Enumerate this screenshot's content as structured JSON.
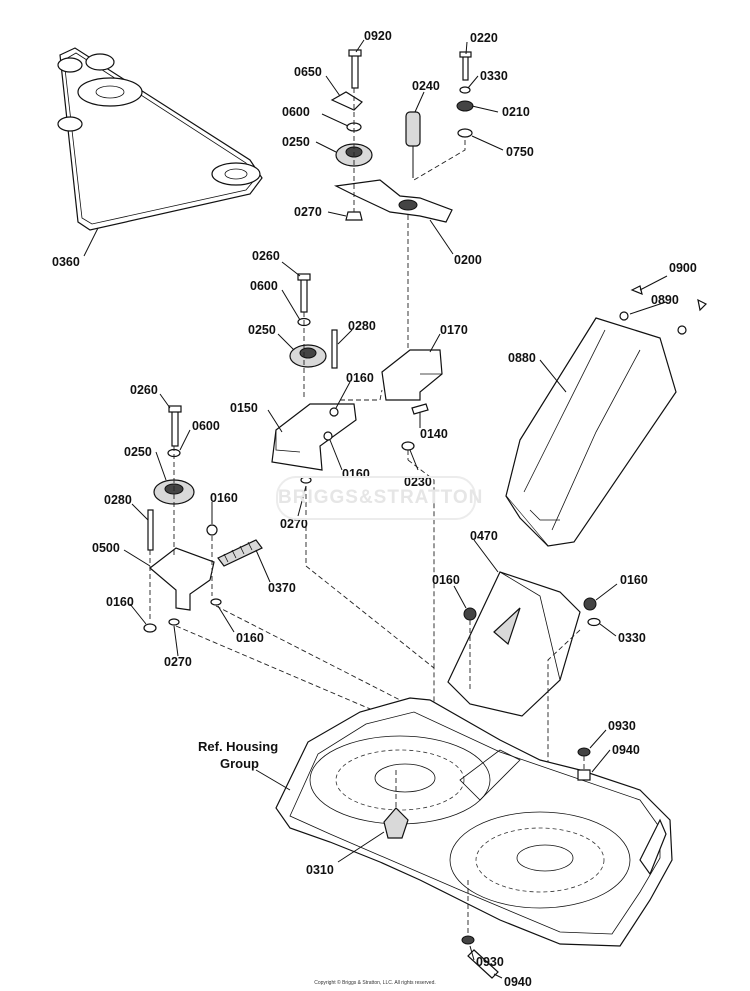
{
  "watermark": {
    "text": "BRIGGS&STRATTON"
  },
  "copyright": "Copyright © Briggs & Stratton, LLC. All rights reserved.",
  "reference_label": {
    "line1": "Ref. Housing",
    "line2": "Group"
  },
  "callouts": {
    "c0920": "0920",
    "c0220": "0220",
    "c0650": "0650",
    "c0330a": "0330",
    "c0240": "0240",
    "c0600a": "0600",
    "c0210": "0210",
    "c0250a": "0250",
    "c0750": "0750",
    "c0270a": "0270",
    "c0200": "0200",
    "c0360": "0360",
    "c0900": "0900",
    "c0890": "0890",
    "c0260a": "0260",
    "c0600b": "0600",
    "c0280a": "0280",
    "c0250b": "0250",
    "c0170": "0170",
    "c0880": "0880",
    "c0160a": "0160",
    "c0150": "0150",
    "c0140": "0140",
    "c0260b": "0260",
    "c0600c": "0600",
    "c0160b": "0160",
    "c0230": "0230",
    "c0250c": "0250",
    "c0270b": "0270",
    "c0160c": "0160",
    "c0280b": "0280",
    "c0470": "0470",
    "c0500": "0500",
    "c0370": "0370",
    "c0160d": "0160",
    "c0160e": "0160",
    "c0160f": "0160",
    "c0160g": "0160",
    "c0330b": "0330",
    "c0270c": "0270",
    "c0930a": "0930",
    "c0940a": "0940",
    "c0310": "0310",
    "c0930b": "0930",
    "c0940b": "0940"
  }
}
